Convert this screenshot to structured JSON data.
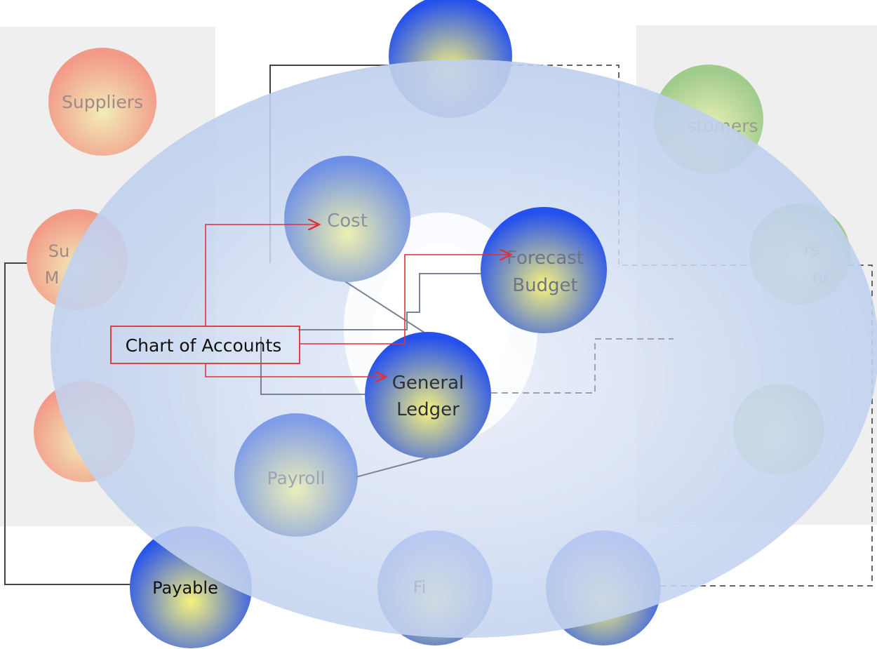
{
  "nodes": {
    "suppliers": "Suppliers",
    "suppliers_mgmt_a": "Su",
    "suppliers_mgmt_b": "M",
    "customers": "stomers",
    "customers_mgmt_a": "rs",
    "customers_mgmt_b": "nt",
    "cost": "Cost",
    "forecast_a": "Forecast",
    "forecast_b": "Budget",
    "gl_a": "General",
    "gl_b": "Ledger",
    "payroll": "Payroll",
    "payables": "Payable",
    "bottom_center": "Fi"
  },
  "callout": {
    "label": "Chart of Accounts"
  },
  "colors": {
    "supplier_fill": "#f4a48c",
    "customer_fill": "#a7cf8c",
    "finance_fill": "#2b55ef",
    "highlight": "#f6f07a",
    "callout_border": "#e0303a",
    "lens": "#c6d5ef",
    "panel": "#efefef"
  }
}
